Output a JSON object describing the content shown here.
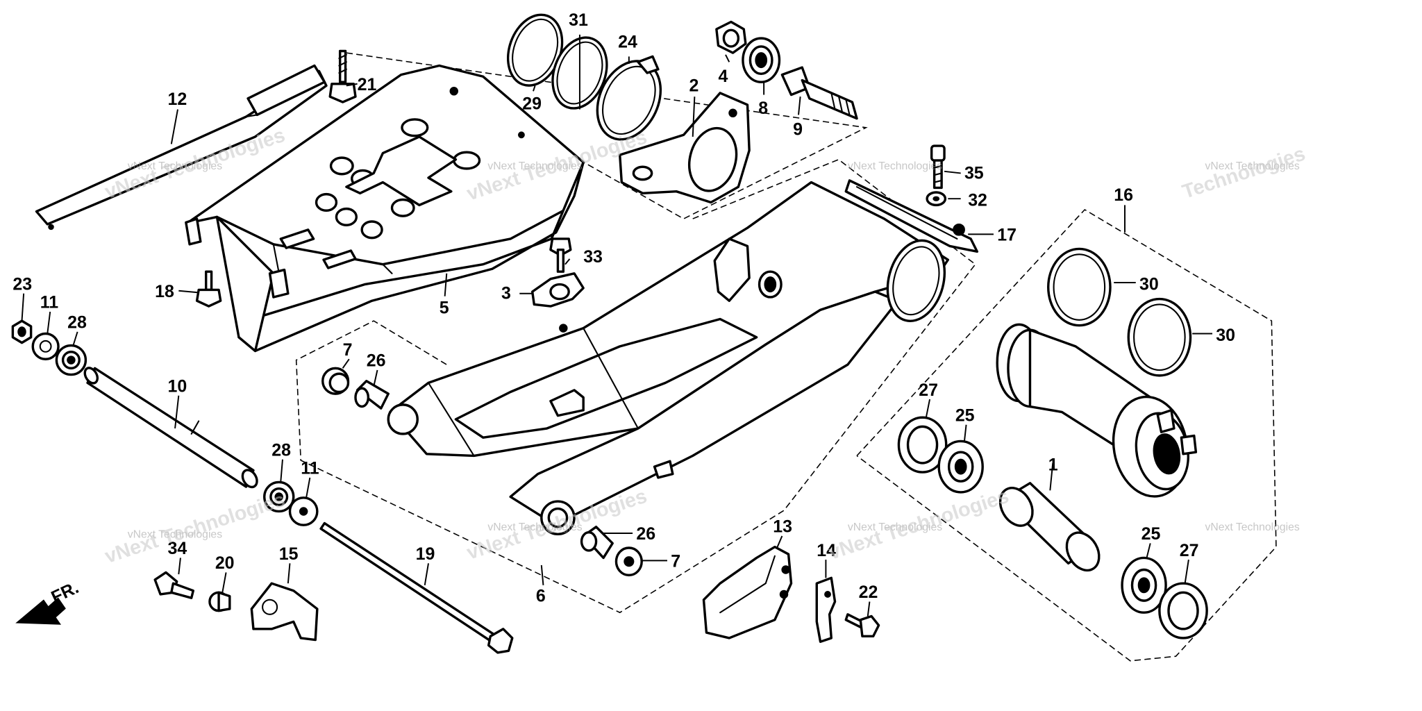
{
  "diagram": {
    "callouts": [
      {
        "id": "c1",
        "text": "1"
      },
      {
        "id": "c2",
        "text": "2"
      },
      {
        "id": "c3",
        "text": "3"
      },
      {
        "id": "c4",
        "text": "4"
      },
      {
        "id": "c5",
        "text": "5"
      },
      {
        "id": "c6",
        "text": "6"
      },
      {
        "id": "c7a",
        "text": "7"
      },
      {
        "id": "c7b",
        "text": "7"
      },
      {
        "id": "c8",
        "text": "8"
      },
      {
        "id": "c9",
        "text": "9"
      },
      {
        "id": "c10",
        "text": "10"
      },
      {
        "id": "c11a",
        "text": "11"
      },
      {
        "id": "c11b",
        "text": "11"
      },
      {
        "id": "c12",
        "text": "12"
      },
      {
        "id": "c13",
        "text": "13"
      },
      {
        "id": "c14",
        "text": "14"
      },
      {
        "id": "c15",
        "text": "15"
      },
      {
        "id": "c16",
        "text": "16"
      },
      {
        "id": "c17",
        "text": "17"
      },
      {
        "id": "c18",
        "text": "18"
      },
      {
        "id": "c19",
        "text": "19"
      },
      {
        "id": "c20",
        "text": "20"
      },
      {
        "id": "c21",
        "text": "21"
      },
      {
        "id": "c22",
        "text": "22"
      },
      {
        "id": "c23",
        "text": "23"
      },
      {
        "id": "c24",
        "text": "24"
      },
      {
        "id": "c25a",
        "text": "25"
      },
      {
        "id": "c25b",
        "text": "25"
      },
      {
        "id": "c26a",
        "text": "26"
      },
      {
        "id": "c26b",
        "text": "26"
      },
      {
        "id": "c27a",
        "text": "27"
      },
      {
        "id": "c27b",
        "text": "27"
      },
      {
        "id": "c28a",
        "text": "28"
      },
      {
        "id": "c28b",
        "text": "28"
      },
      {
        "id": "c29",
        "text": "29"
      },
      {
        "id": "c30a",
        "text": "30"
      },
      {
        "id": "c30b",
        "text": "30"
      },
      {
        "id": "c31",
        "text": "31"
      },
      {
        "id": "c32",
        "text": "32"
      },
      {
        "id": "c33",
        "text": "33"
      },
      {
        "id": "c34",
        "text": "34"
      },
      {
        "id": "c35",
        "text": "35"
      }
    ],
    "direction_marker": "FR.",
    "watermark": {
      "line1": "vNext Technologies",
      "line2": "Technologies"
    }
  }
}
